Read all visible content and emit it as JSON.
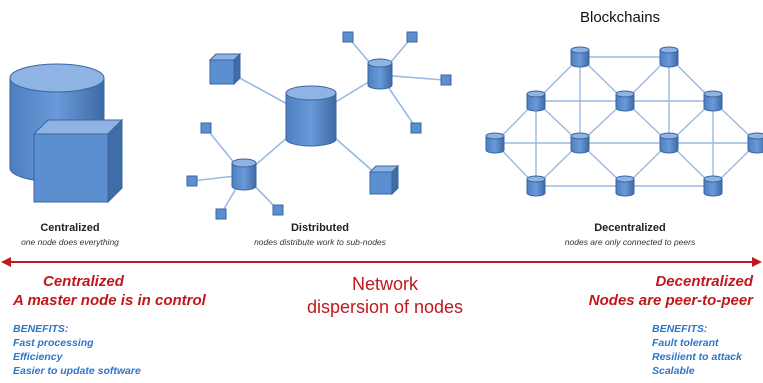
{
  "header": {
    "blockchains_label": "Blockchains"
  },
  "panels": {
    "centralized": {
      "title": "Centralized",
      "subtitle": "one node does everything"
    },
    "distributed": {
      "title": "Distributed",
      "subtitle": "nodes distribute work to sub-nodes"
    },
    "decentralized": {
      "title": "Decentralized",
      "subtitle": "nodes are only connected to peers"
    }
  },
  "axis": {
    "left_heading": [
      "Centralized",
      "A master node is in control"
    ],
    "center_heading": [
      "Network",
      "dispersion of nodes"
    ],
    "right_heading": [
      "Decentralized",
      "Nodes are peer-to-peer"
    ]
  },
  "benefits_left": {
    "label": "BENEFITS:",
    "items": [
      "Fast processing",
      "Efficiency",
      "Easier to update software"
    ]
  },
  "benefits_right": {
    "label": "BENEFITS:",
    "items": [
      "Fault tolerant",
      "Resilient to attack",
      "Scalable"
    ]
  },
  "colors": {
    "node_fill": "#5b8fd0",
    "node_dark": "#3f6da8",
    "node_top": "#8fb3e3",
    "edge": "#9ab9e0",
    "accent_red": "#c0181c",
    "benefit_blue": "#2e75c9"
  }
}
